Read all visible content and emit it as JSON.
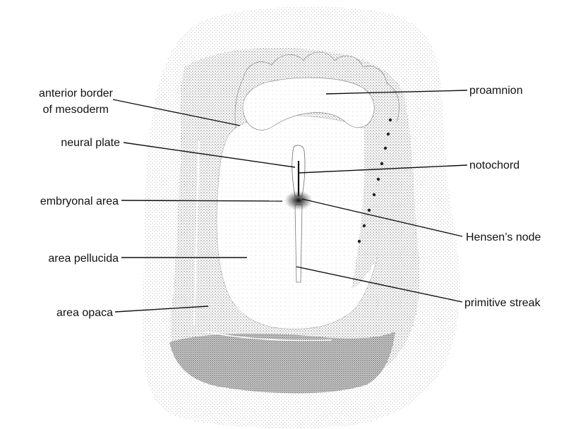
{
  "labels": {
    "anterior_border_line1": "anterior border",
    "anterior_border_line2": "of mesoderm",
    "neural_plate": "neural plate",
    "embryonal_area": "embryonal area",
    "area_pellucida": "area pellucida",
    "area_opaca": "area opaca",
    "proamnion": "proamnion",
    "notochord": "notochord",
    "hensens_node": "Hensen’s node",
    "primitive_streak": "primitive streak"
  },
  "colors": {
    "ink": "#111111",
    "stipple_dark": "#555555",
    "stipple_light": "#9a9a9a"
  }
}
